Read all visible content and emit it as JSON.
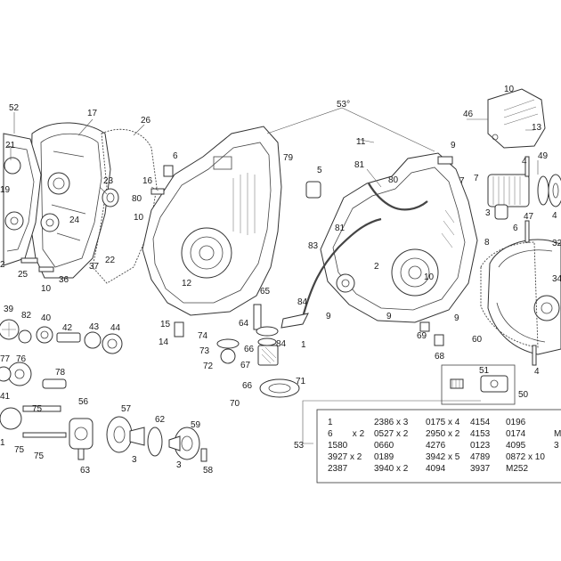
{
  "callouts": [
    {
      "id": "c52",
      "text": "52"
    },
    {
      "id": "c17",
      "text": "17"
    },
    {
      "id": "c26",
      "text": "26"
    },
    {
      "id": "c21",
      "text": "21"
    },
    {
      "id": "c19",
      "text": "19"
    },
    {
      "id": "c23",
      "text": "23"
    },
    {
      "id": "c16",
      "text": "16"
    },
    {
      "id": "c80a",
      "text": "80"
    },
    {
      "id": "c10a",
      "text": "10"
    },
    {
      "id": "c6a",
      "text": "6"
    },
    {
      "id": "c24",
      "text": "24"
    },
    {
      "id": "c37",
      "text": "37"
    },
    {
      "id": "c22",
      "text": "22"
    },
    {
      "id": "c25",
      "text": "25"
    },
    {
      "id": "c10b",
      "text": "10"
    },
    {
      "id": "c36",
      "text": "36"
    },
    {
      "id": "c2a",
      "text": "2"
    },
    {
      "id": "c53s",
      "text": "53°"
    },
    {
      "id": "c79",
      "text": "79"
    },
    {
      "id": "c5",
      "text": "5"
    },
    {
      "id": "c11",
      "text": "11"
    },
    {
      "id": "c9a",
      "text": "9"
    },
    {
      "id": "c81a",
      "text": "81"
    },
    {
      "id": "c80b",
      "text": "80"
    },
    {
      "id": "c7",
      "text": "7"
    },
    {
      "id": "c7b",
      "text": "7"
    },
    {
      "id": "c3a",
      "text": "3"
    },
    {
      "id": "c6b",
      "text": "6"
    },
    {
      "id": "c10c",
      "text": "10"
    },
    {
      "id": "c46",
      "text": "46"
    },
    {
      "id": "c13",
      "text": "13"
    },
    {
      "id": "c4a",
      "text": "4"
    },
    {
      "id": "c49",
      "text": "49"
    },
    {
      "id": "c47",
      "text": "47"
    },
    {
      "id": "c4b",
      "text": "4"
    },
    {
      "id": "c8",
      "text": "8"
    },
    {
      "id": "c32",
      "text": "32"
    },
    {
      "id": "c83",
      "text": "83"
    },
    {
      "id": "c81b",
      "text": "81"
    },
    {
      "id": "c2b",
      "text": "2"
    },
    {
      "id": "c10d",
      "text": "10"
    },
    {
      "id": "c12",
      "text": "12"
    },
    {
      "id": "c65",
      "text": "65"
    },
    {
      "id": "c84a",
      "text": "84"
    },
    {
      "id": "c9b",
      "text": "9"
    },
    {
      "id": "c9c",
      "text": "9"
    },
    {
      "id": "c9d",
      "text": "9"
    },
    {
      "id": "c34",
      "text": "34"
    },
    {
      "id": "c15",
      "text": "15"
    },
    {
      "id": "c14",
      "text": "14"
    },
    {
      "id": "c74",
      "text": "74"
    },
    {
      "id": "c64",
      "text": "64"
    },
    {
      "id": "c73",
      "text": "73"
    },
    {
      "id": "c66a",
      "text": "66"
    },
    {
      "id": "c84b",
      "text": "84"
    },
    {
      "id": "c1a",
      "text": "1"
    },
    {
      "id": "c72",
      "text": "72"
    },
    {
      "id": "c67",
      "text": "67"
    },
    {
      "id": "c69",
      "text": "69"
    },
    {
      "id": "c60",
      "text": "60"
    },
    {
      "id": "c68",
      "text": "68"
    },
    {
      "id": "c4c",
      "text": "4"
    },
    {
      "id": "c66b",
      "text": "66"
    },
    {
      "id": "c71",
      "text": "71"
    },
    {
      "id": "c51",
      "text": "51"
    },
    {
      "id": "c50",
      "text": "50"
    },
    {
      "id": "c70",
      "text": "70"
    },
    {
      "id": "c39",
      "text": "39"
    },
    {
      "id": "c82",
      "text": "82"
    },
    {
      "id": "c40",
      "text": "40"
    },
    {
      "id": "c42",
      "text": "42"
    },
    {
      "id": "c43",
      "text": "43"
    },
    {
      "id": "c44",
      "text": "44"
    },
    {
      "id": "c77",
      "text": "77"
    },
    {
      "id": "c76",
      "text": "76"
    },
    {
      "id": "c41",
      "text": "41"
    },
    {
      "id": "c78",
      "text": "78"
    },
    {
      "id": "c75a",
      "text": "75"
    },
    {
      "id": "c56",
      "text": "56"
    },
    {
      "id": "c57",
      "text": "57"
    },
    {
      "id": "c62",
      "text": "62"
    },
    {
      "id": "c59",
      "text": "59"
    },
    {
      "id": "c1b",
      "text": "1"
    },
    {
      "id": "c75b",
      "text": "75"
    },
    {
      "id": "c75c",
      "text": "75"
    },
    {
      "id": "c63",
      "text": "63"
    },
    {
      "id": "c3b",
      "text": "3"
    },
    {
      "id": "c3c",
      "text": "3"
    },
    {
      "id": "c58",
      "text": "58"
    }
  ],
  "parts_table": {
    "label": "53",
    "rows": [
      [
        "1",
        "2386 x 3",
        "0175 x 4",
        "4154",
        "0196"
      ],
      [
        "6        x 2",
        "0527 x 2",
        "2950 x 2",
        "4153",
        "0174"
      ],
      [
        "1580",
        "0660",
        "4276",
        "0123",
        "4095"
      ],
      [
        "3927 x 2",
        "0189",
        "3942 x 5",
        "4789",
        "0872 x 10"
      ],
      [
        "2387",
        "3940 x 2",
        "4094",
        "3937",
        "M252"
      ]
    ],
    "overflow": [
      "",
      "M",
      "3",
      "",
      ""
    ]
  }
}
